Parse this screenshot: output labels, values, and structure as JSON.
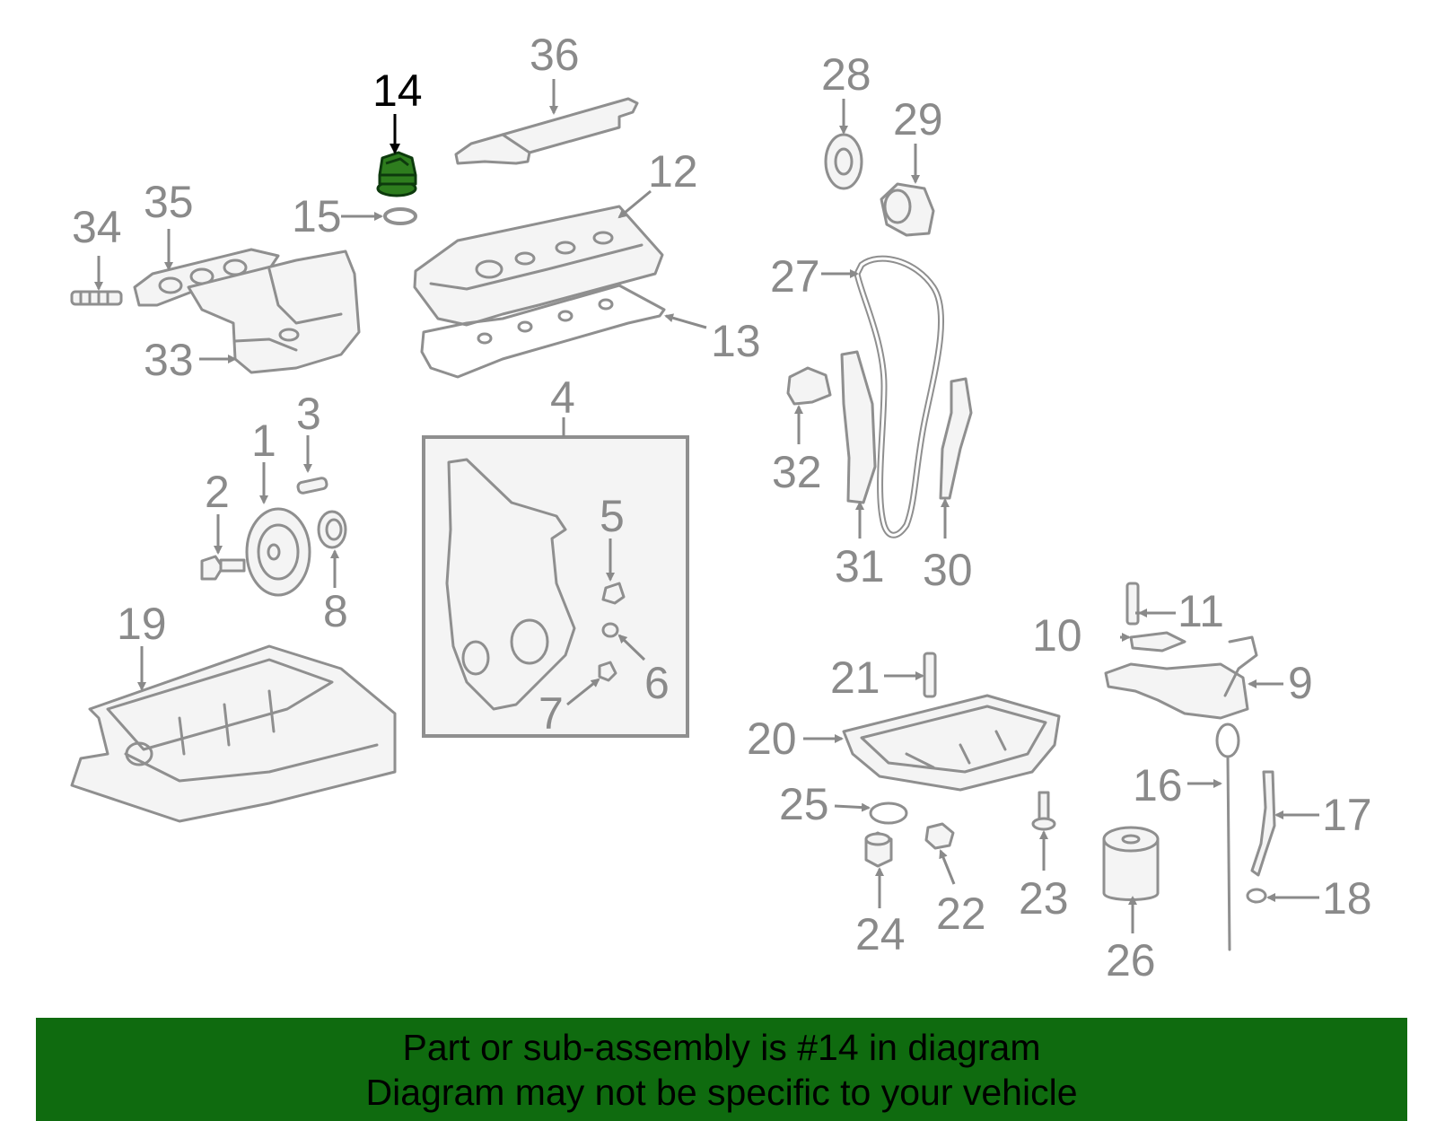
{
  "banner": {
    "line1": "Part or sub-assembly is #14 in diagram",
    "line2": "Diagram may not be specific to your vehicle",
    "background": "#0f6b0f"
  },
  "highlight_color": "#2e7d1e",
  "callouts": {
    "c1": "1",
    "c2": "2",
    "c3": "3",
    "c4": "4",
    "c5": "5",
    "c6": "6",
    "c7": "7",
    "c8": "8",
    "c9": "9",
    "c10": "10",
    "c11": "11",
    "c12": "12",
    "c13": "13",
    "c14": "14",
    "c15": "15",
    "c16": "16",
    "c17": "17",
    "c18": "18",
    "c19": "19",
    "c20": "20",
    "c21": "21",
    "c22": "22",
    "c23": "23",
    "c24": "24",
    "c25": "25",
    "c26": "26",
    "c27": "27",
    "c28": "28",
    "c29": "29",
    "c30": "30",
    "c31": "31",
    "c32": "32",
    "c33": "33",
    "c34": "34",
    "c35": "35",
    "c36": "36"
  },
  "highlighted_part": "14"
}
